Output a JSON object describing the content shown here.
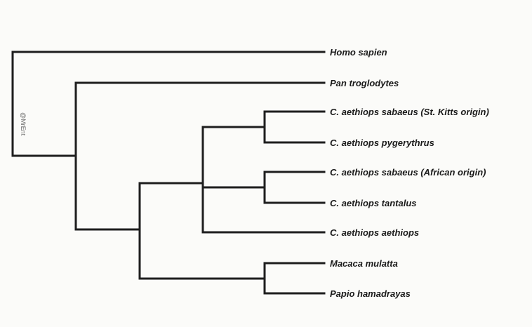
{
  "watermark": "@MrEnt",
  "taxa": [
    "Homo sapien",
    "Pan troglodytes",
    "C. aethiops sabaeus (St. Kitts origin)",
    "C. aethiops pygerythrus",
    "C. aethiops sabaeus (African origin)",
    "C. aethiops tantalus",
    "C. aethiops aethiops",
    "Macaca mulatta",
    "Papio hamadrayas"
  ],
  "colors": {
    "branch": "#1e1e1e",
    "label": "#1a1a1a",
    "background": "#fbfbf9"
  }
}
